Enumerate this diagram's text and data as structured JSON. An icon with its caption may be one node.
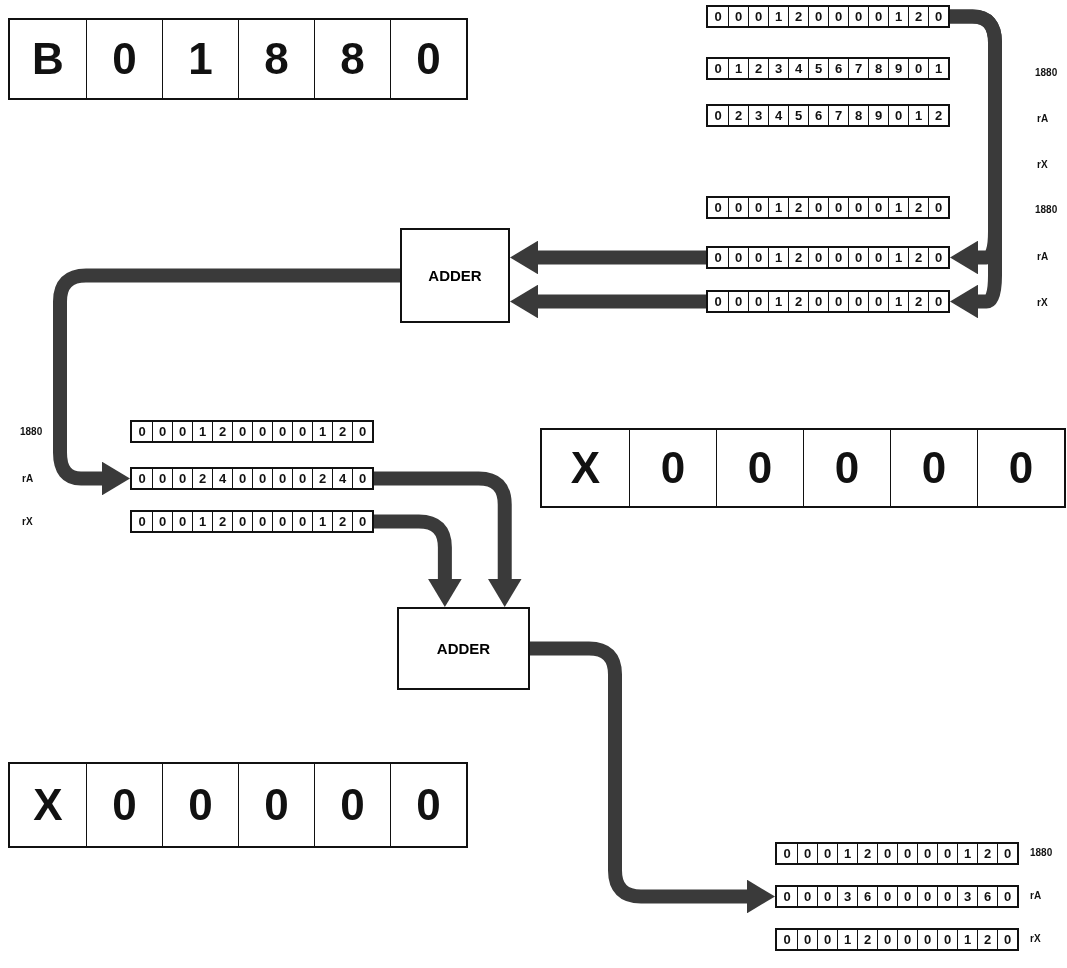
{
  "diagram": {
    "nodes": [
      {
        "text": [
          "B",
          "0",
          "1",
          "8",
          "8",
          "0"
        ]
      },
      {
        "text": [
          "0",
          "0",
          "0",
          "1",
          "2",
          "0",
          "0",
          "0",
          "0",
          "1",
          "2",
          "0"
        ]
      },
      {
        "text": [
          "0",
          "1",
          "2",
          "3",
          "4",
          "5",
          "6",
          "7",
          "8",
          "9",
          "0",
          "1"
        ]
      },
      {
        "text": [
          "0",
          "2",
          "3",
          "4",
          "5",
          "6",
          "7",
          "8",
          "9",
          "0",
          "1",
          "2"
        ]
      },
      {
        "text": [
          "0",
          "0",
          "0",
          "1",
          "2",
          "0",
          "0",
          "0",
          "0",
          "1",
          "2",
          "0"
        ]
      },
      {
        "text": [
          "0",
          "0",
          "0",
          "1",
          "2",
          "0",
          "0",
          "0",
          "0",
          "1",
          "2",
          "0"
        ]
      },
      {
        "text": [
          "0",
          "0",
          "0",
          "1",
          "2",
          "0",
          "0",
          "0",
          "0",
          "1",
          "2",
          "0"
        ]
      },
      {
        "text": [
          "ADDER"
        ]
      },
      {
        "text": [
          "X",
          "0",
          "0",
          "0",
          "0",
          "0"
        ]
      },
      {
        "text": [
          "0",
          "0",
          "0",
          "1",
          "2",
          "0",
          "0",
          "0",
          "0",
          "1",
          "2",
          "0"
        ]
      },
      {
        "text": [
          "0",
          "0",
          "0",
          "2",
          "4",
          "0",
          "0",
          "0",
          "0",
          "2",
          "4",
          "0"
        ]
      },
      {
        "text": [
          "0",
          "0",
          "0",
          "1",
          "2",
          "0",
          "0",
          "0",
          "0",
          "1",
          "2",
          "0"
        ]
      },
      {
        "text": [
          "ADDER"
        ]
      },
      {
        "text": [
          "X",
          "0",
          "0",
          "0",
          "0",
          "0"
        ]
      },
      {
        "text": [
          "0",
          "0",
          "0",
          "1",
          "2",
          "0",
          "0",
          "0",
          "0",
          "1",
          "2",
          "0"
        ],
        "beside": [
          "1880"
        ]
      },
      {
        "text": [
          "0",
          "0",
          "0",
          "3",
          "6",
          "0",
          "0",
          "0",
          "0",
          "3",
          "6",
          "0"
        ],
        "beside": [
          "rA"
        ]
      },
      {
        "text": [
          "0",
          "0",
          "0",
          "1",
          "2",
          "0",
          "0",
          "0",
          "0",
          "1",
          "2",
          "0"
        ],
        "beside": [
          "rX"
        ]
      }
    ],
    "edges": [
      {
        "from": 1,
        "to": 5,
        "arrow": "to"
      },
      {
        "from": 1,
        "to": 6,
        "arrow": "to"
      },
      {
        "from": 5,
        "to": 7,
        "arrow": "to"
      },
      {
        "from": 6,
        "to": 7,
        "arrow": "to"
      },
      {
        "from": 7,
        "to": 10,
        "arrow": "to"
      },
      {
        "from": 10,
        "to": 12,
        "arrow": "to"
      },
      {
        "from": 11,
        "to": 12,
        "arrow": "to"
      },
      {
        "from": 12,
        "to": 15,
        "arrow": "to"
      }
    ],
    "labels": [
      "1880",
      "rA",
      "rX",
      "1880",
      "rA",
      "rX",
      "1880",
      "rA",
      "rX"
    ]
  }
}
